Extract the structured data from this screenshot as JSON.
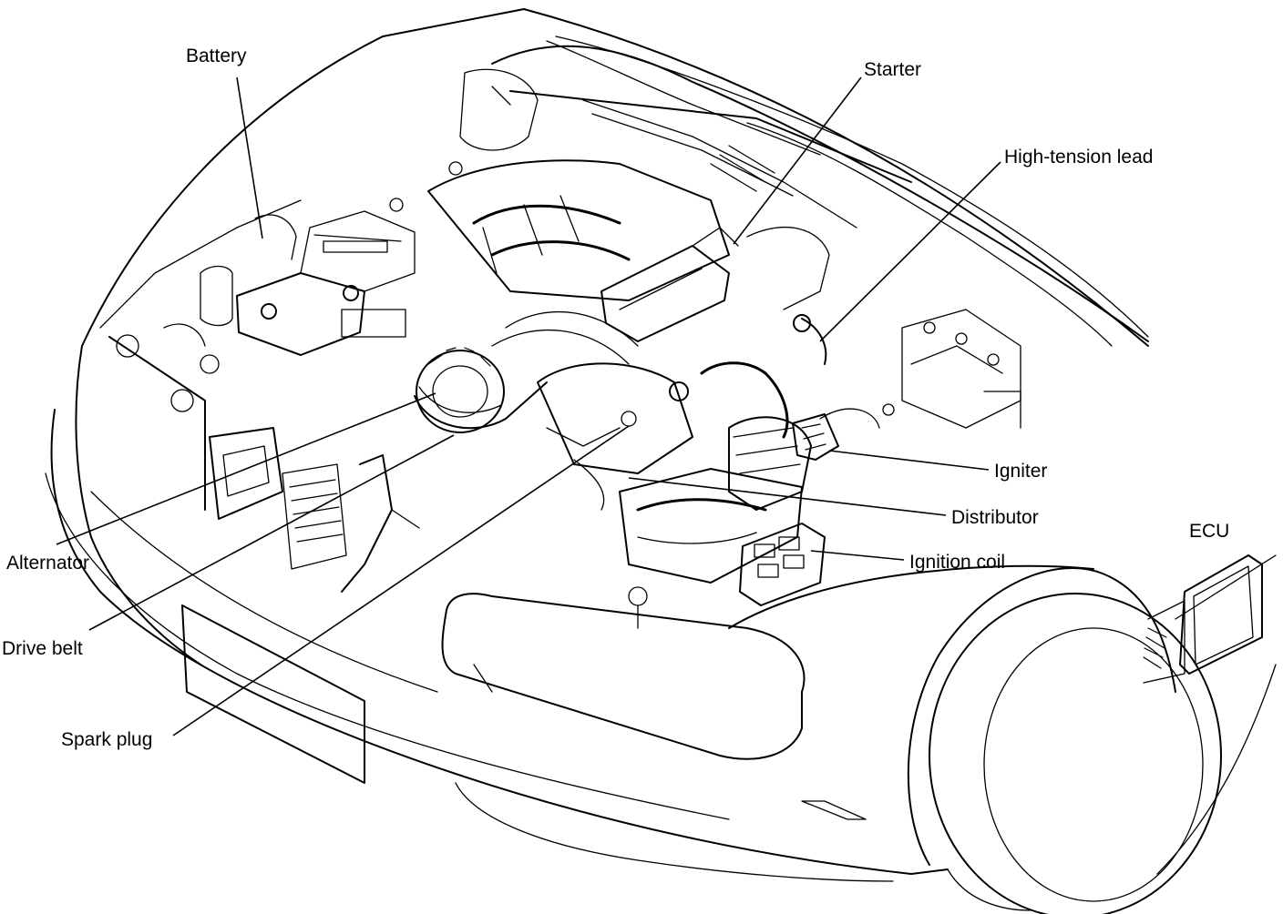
{
  "labels": {
    "battery": "Battery",
    "starter": "Starter",
    "high_tension_lead": "High-tension lead",
    "igniter": "Igniter",
    "distributor": "Distributor",
    "ignition_coil": "Ignition coil",
    "ecu": "ECU",
    "alternator": "Alternator",
    "drive_belt": "Drive belt",
    "spark_plug": "Spark plug"
  },
  "colors": {
    "ink": "#000000",
    "paper": "#ffffff"
  }
}
